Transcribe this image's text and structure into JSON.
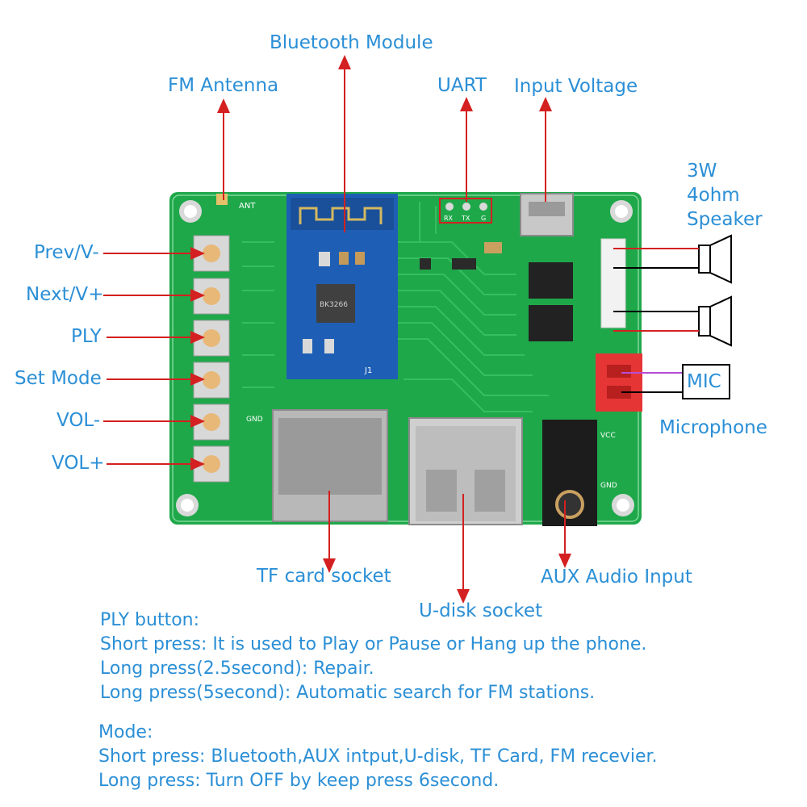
{
  "labels": {
    "bluetooth_module": "Bluetooth Module",
    "fm_antenna": "FM Antenna",
    "uart": "UART",
    "input_voltage": "Input Voltage",
    "speaker_line1": "3W",
    "speaker_line2": "4ohm",
    "speaker_line3": "Speaker",
    "prev": "Prev/V-",
    "next": "Next/V+",
    "ply": "PLY",
    "set_mode": "Set Mode",
    "vol_minus": "VOL-",
    "vol_plus": "VOL+",
    "mic_box": "MIC",
    "microphone": "Microphone",
    "tf_card": "TF card socket",
    "u_disk": "U-disk socket",
    "aux": "AUX Audio Input"
  },
  "board_silk": {
    "ant": "ANT",
    "rx": "RX",
    "tx": "TX",
    "g": "G",
    "gnd": "GND",
    "vcc": "VCC",
    "chip": "BK3266",
    "j1": "J1"
  },
  "ply_notes": {
    "title": "PLY button:",
    "line1": "Short press: It is used to Play or Pause or Hang up the phone.",
    "line2": "Long press(2.5second): Repair.",
    "line3": "Long press(5second): Automatic search for FM stations."
  },
  "mode_notes": {
    "title": "Mode:",
    "line1": "Short press: Bluetooth,AUX intput,U-disk, TF Card, FM recevier.",
    "line2": "Long press: Turn OFF by keep press 6second."
  },
  "colors": {
    "label_blue": "#2b8fd6",
    "arrow_red": "#d42020",
    "pcb_green": "#1fa84a",
    "module_blue": "#1e5fb5"
  }
}
